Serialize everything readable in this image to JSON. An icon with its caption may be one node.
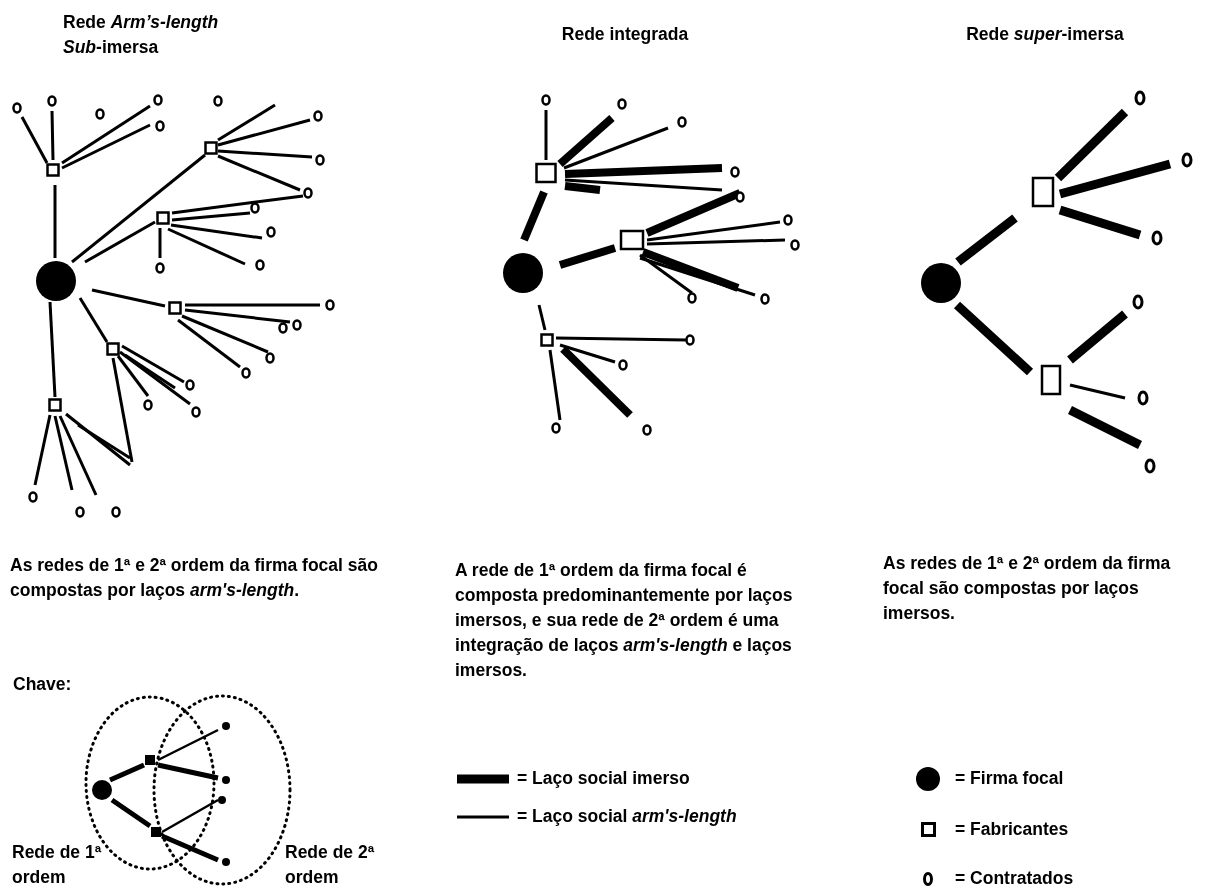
{
  "diagram": {
    "labels": [
      "Rede *Arm’s-length* *Sub*-imersa",
      "Rede integrada",
      "Rede *super*-imersa",
      "As redes de 1ª e 2ª ordem da firma focal são compostas por laços *arm's-length*.",
      "A rede de 1ª ordem da firma focal é composta predominantemente por laços imersos, e sua rede de 2ª ordem é uma integração de laços *arm's-length* e laços imersos.",
      "As redes de 1ª e 2ª ordem da firma focal são compostas por laços imersos.",
      "Chave:",
      "Rede de 1ª ordem",
      "Rede de 2ª ordem"
    ],
    "legend": [
      {
        "text": "= Laço social imerso"
      },
      {
        "text": "= Laço social *arm's-length*"
      },
      {
        "text": "= Firma focal"
      },
      {
        "text": "= Fabricantes"
      },
      {
        "text": "= Contratados"
      }
    ]
  }
}
